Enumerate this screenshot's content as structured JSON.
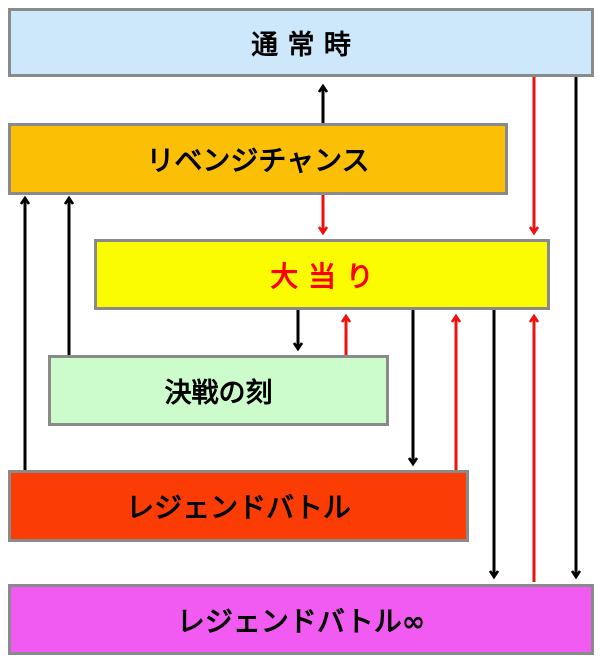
{
  "nodes": {
    "normal": {
      "label": "通 常 時",
      "color": "#cde8fb",
      "text_color": "#000000"
    },
    "revenge": {
      "label": "リベンジチャンス",
      "color": "#fbbf05",
      "text_color": "#000000"
    },
    "jackpot": {
      "label": "大 当 り",
      "color": "#fbfb02",
      "text_color": "#ff0000"
    },
    "decisive": {
      "label": "決戦の刻",
      "color": "#ccfccc",
      "text_color": "#000000"
    },
    "legend": {
      "label": "レジェンドバトル",
      "color": "#fb3c05",
      "text_color": "#000000"
    },
    "legend_inf": {
      "label": "レジェンドバトル∞",
      "color": "#f25bf2",
      "text_color": "#000000"
    }
  },
  "arrow_colors": {
    "black": "#000000",
    "red": "#ee1111"
  }
}
